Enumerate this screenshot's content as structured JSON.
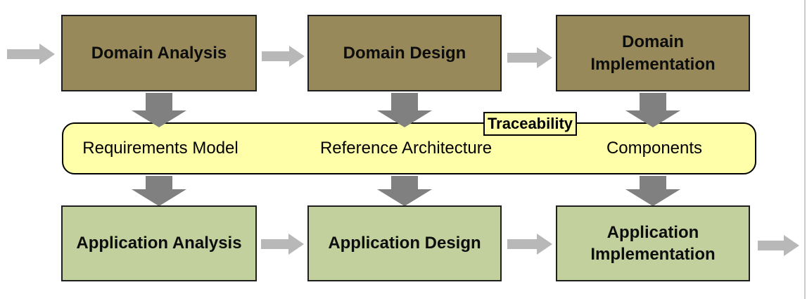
{
  "colors": {
    "domain_box_fill": "#97895a",
    "application_box_fill": "#c2d09e",
    "band_fill": "#ffffaa",
    "arrow_dark": "#808080",
    "arrow_light": "#b8b8b8",
    "box_border": "#1f1f1f",
    "page_edge": "#cccccc"
  },
  "top_row": [
    {
      "label": "Domain Analysis"
    },
    {
      "label": "Domain Design"
    },
    {
      "label": "Domain Implementation"
    }
  ],
  "band": {
    "tag": "Traceability",
    "items": [
      "Requirements Model",
      "Reference Architecture",
      "Components"
    ]
  },
  "bottom_row": [
    {
      "label": "Application Analysis"
    },
    {
      "label": "Application Design"
    },
    {
      "label": "Application Implementation"
    }
  ]
}
